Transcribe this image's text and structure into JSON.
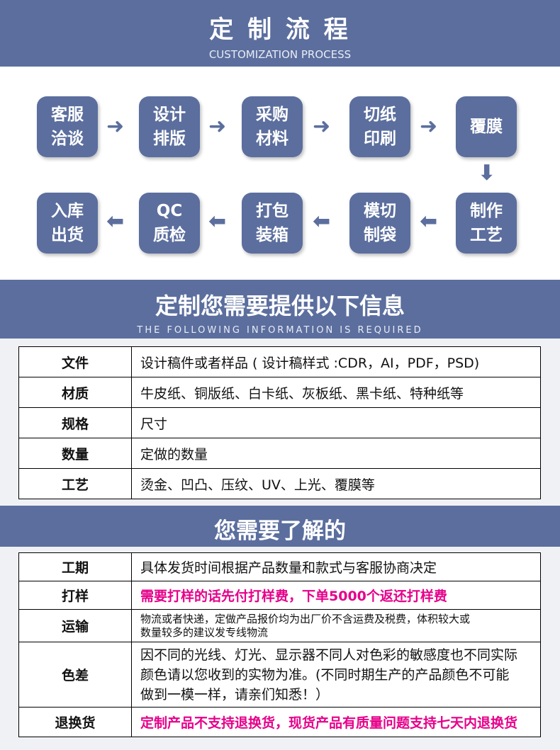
{
  "header": {
    "title": "定 制 流 程",
    "subtitle": "CUSTOMIZATION PROCESS"
  },
  "process": [
    {
      "line1": "客服",
      "line2": "洽谈"
    },
    {
      "line1": "设计",
      "line2": "排版"
    },
    {
      "line1": "采购",
      "line2": "材料"
    },
    {
      "line1": "切纸",
      "line2": "印刷"
    },
    {
      "line1": "覆膜",
      "line2": ""
    },
    {
      "line1": "制作",
      "line2": "工艺"
    },
    {
      "line1": "模切",
      "line2": "制袋"
    },
    {
      "line1": "打包",
      "line2": "装箱"
    },
    {
      "line1": "QC",
      "line2": "质检"
    },
    {
      "line1": "入库",
      "line2": "出货"
    }
  ],
  "info_section": {
    "title": "定制您需要提供以下信息",
    "subtitle": "THE FOLLOWING INFORMATION IS REQUIRED",
    "rows": [
      {
        "label": "文件",
        "value": "设计稿件或者样品 ( 设计稿样式 :CDR，AI，PDF，PSD)"
      },
      {
        "label": "材质",
        "value": "牛皮纸、铜版纸、白卡纸、灰板纸、黑卡纸、特种纸等"
      },
      {
        "label": "规格",
        "value": "尺寸"
      },
      {
        "label": "数量",
        "value": "定做的数量"
      },
      {
        "label": "工艺",
        "value": "烫金、凹凸、压纹、UV、上光、覆膜等"
      }
    ]
  },
  "know_section": {
    "title": "您需要了解的",
    "rows": [
      {
        "label": "工期",
        "value": "具体发货时间根据产品数量和款式与客服协商决定"
      },
      {
        "label": "打样",
        "value": "需要打样的话先付打样费，下单5000个返还打样费"
      },
      {
        "label": "运输",
        "value_1": "物流或者快递，定做产品报价均为出厂价不含运费及税费，体积较大或",
        "value_2": "数量较多的建议发专线物流"
      },
      {
        "label": "色差",
        "value_1": "因不同的光线、灯光、显示器不同人对色彩的敏感度也不同实际",
        "value_2": "颜色请以您收到的实物为准。(不同时期生产的产品颜色不可能",
        "value_3": "做到一模一样，请亲们知悉！）"
      },
      {
        "label": "退换货",
        "value": "定制产品不支持退换货，现货产品有质量问题支持七天内退换货"
      }
    ]
  },
  "colors": {
    "band": "#5b6e9e",
    "highlight": "#e6008a"
  }
}
